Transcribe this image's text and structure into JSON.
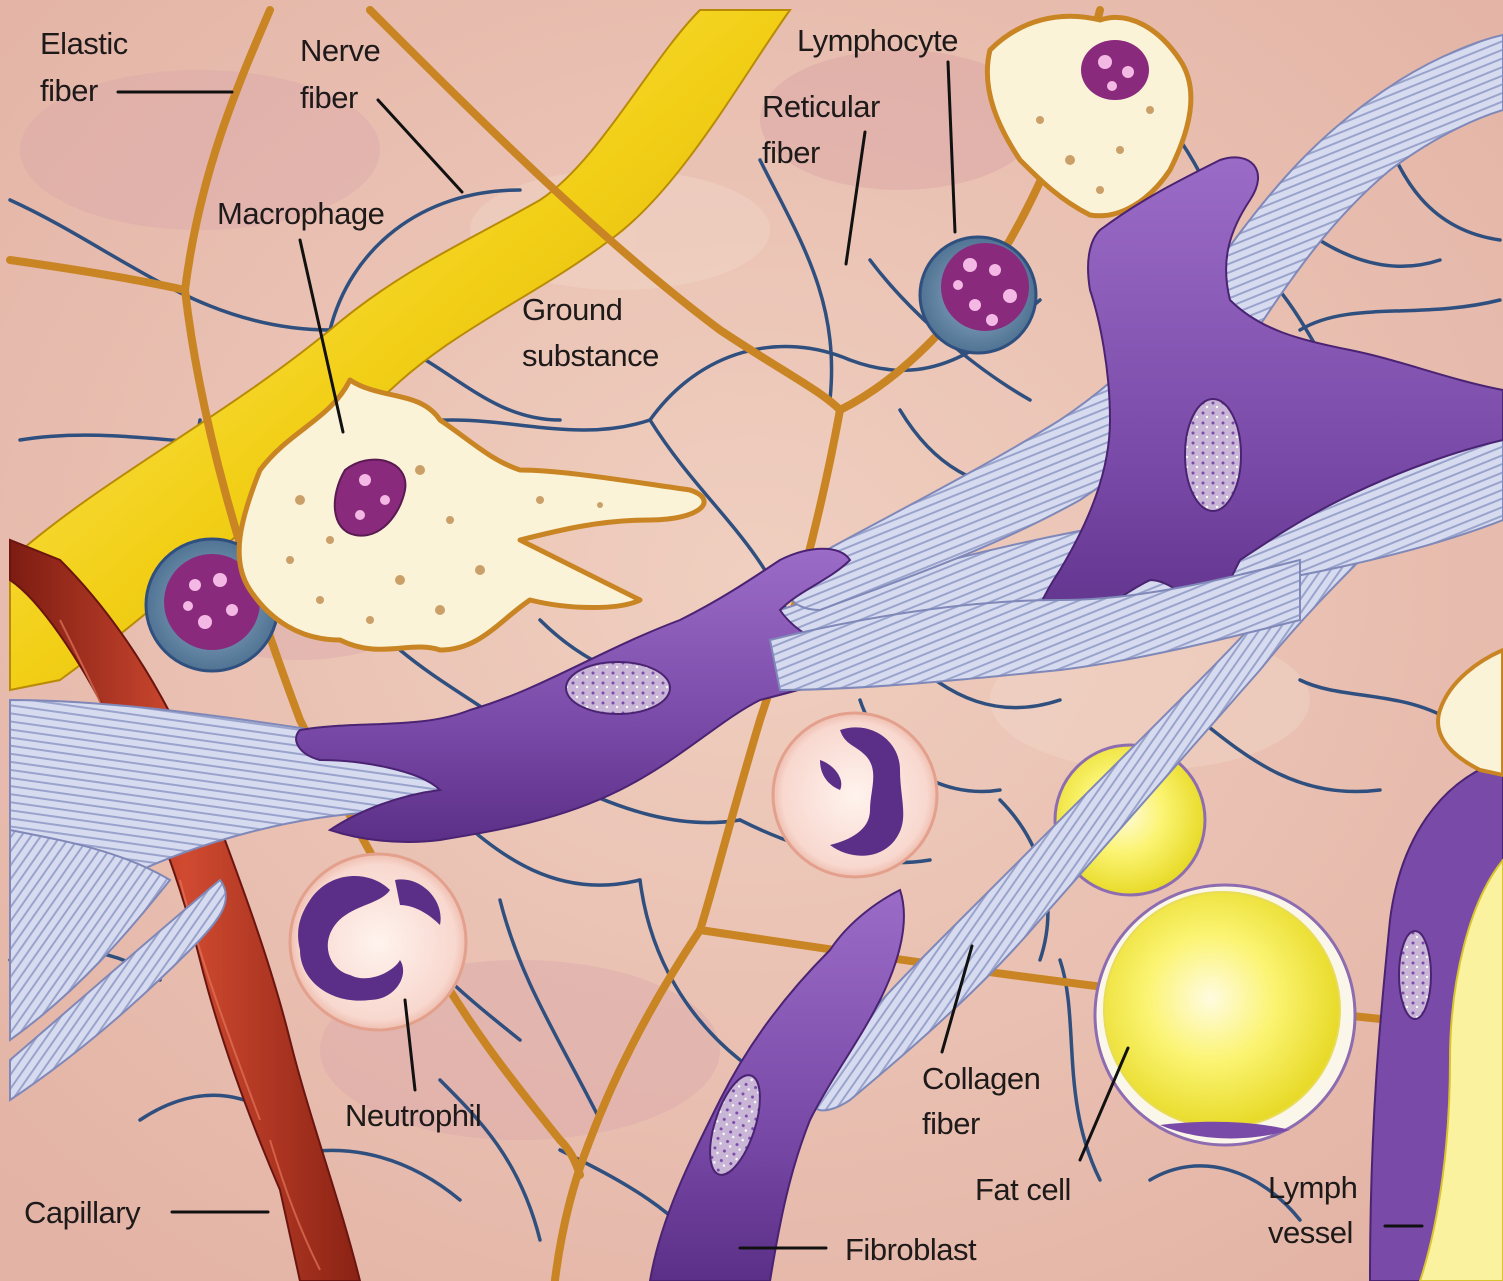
{
  "figure": {
    "labels": {
      "elastic_fiber_1": "Elastic",
      "elastic_fiber_2": "fiber",
      "nerve_fiber_1": "Nerve",
      "nerve_fiber_2": "fiber",
      "lymphocyte": "Lymphocyte",
      "reticular_fiber_1": "Reticular",
      "reticular_fiber_2": "fiber",
      "macrophage": "Macrophage",
      "ground_substance_1": "Ground",
      "ground_substance_2": "substance",
      "neutrophil": "Neutrophil",
      "capillary": "Capillary",
      "collagen_fiber_1": "Collagen",
      "collagen_fiber_2": "fiber",
      "fat_cell": "Fat cell",
      "lymph_vessel_1": "Lymph",
      "lymph_vessel_2": "vessel",
      "fibroblast": "Fibroblast"
    },
    "colors": {
      "ground": "#ecc6b6",
      "elastic": "#d08a2a",
      "nerve": "#f3d21c",
      "reticular": "#2f4f7f",
      "collagen": "#c9cfe6",
      "fibroblast": "#7a4aa8",
      "capillary": "#b33220",
      "cell_body": "#fbf3d8",
      "nucleus": "#8a2a7d",
      "fat": "#f7f06a"
    }
  }
}
